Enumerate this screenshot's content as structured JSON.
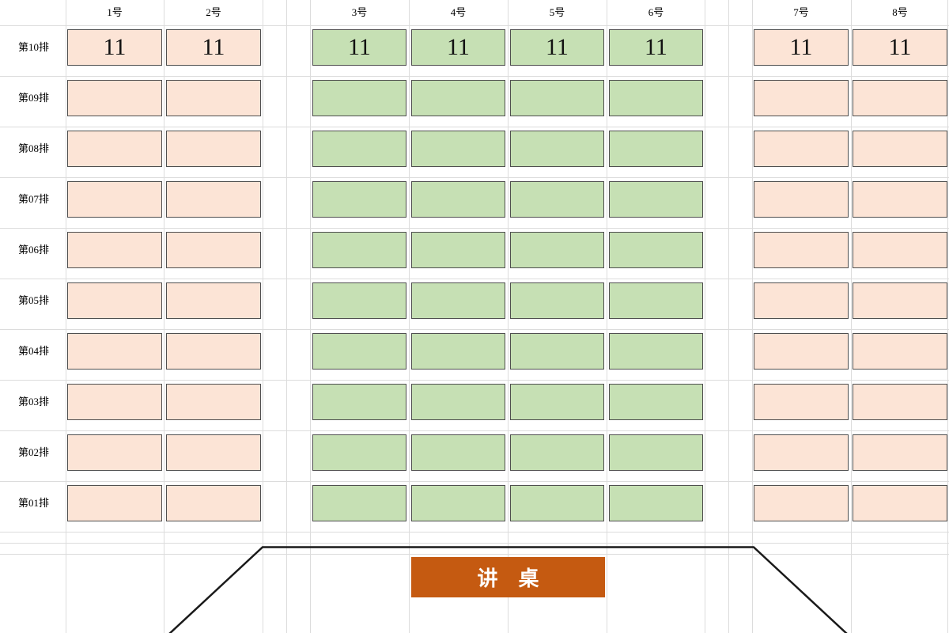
{
  "header": {
    "column_labels": [
      "1号",
      "2号",
      "3号",
      "4号",
      "5号",
      "6号",
      "7号",
      "8号"
    ]
  },
  "rows": [
    {
      "label": "第10排",
      "seats": [
        "11",
        "11",
        "11",
        "11",
        "11",
        "11",
        "11",
        "11"
      ]
    },
    {
      "label": "第09排",
      "seats": [
        "",
        "",
        "",
        "",
        "",
        "",
        "",
        ""
      ]
    },
    {
      "label": "第08排",
      "seats": [
        "",
        "",
        "",
        "",
        "",
        "",
        "",
        ""
      ]
    },
    {
      "label": "第07排",
      "seats": [
        "",
        "",
        "",
        "",
        "",
        "",
        "",
        ""
      ]
    },
    {
      "label": "第06排",
      "seats": [
        "",
        "",
        "",
        "",
        "",
        "",
        "",
        ""
      ]
    },
    {
      "label": "第05排",
      "seats": [
        "",
        "",
        "",
        "",
        "",
        "",
        "",
        ""
      ]
    },
    {
      "label": "第04排",
      "seats": [
        "",
        "",
        "",
        "",
        "",
        "",
        "",
        ""
      ]
    },
    {
      "label": "第03排",
      "seats": [
        "",
        "",
        "",
        "",
        "",
        "",
        "",
        ""
      ]
    },
    {
      "label": "第02排",
      "seats": [
        "",
        "",
        "",
        "",
        "",
        "",
        "",
        ""
      ]
    },
    {
      "label": "第01排",
      "seats": [
        "",
        "",
        "",
        "",
        "",
        "",
        "",
        ""
      ]
    }
  ],
  "lectern": {
    "label": "讲　桌"
  },
  "colors": {
    "side_seat_fill": "#fce4d6",
    "middle_seat_fill": "#c6e0b4",
    "seat_border": "#4f4f4f",
    "lectern_fill": "#c55a11",
    "lectern_text": "#ffffff",
    "gridline": "#dcdcdc",
    "podium_line": "#1a1a1a"
  }
}
